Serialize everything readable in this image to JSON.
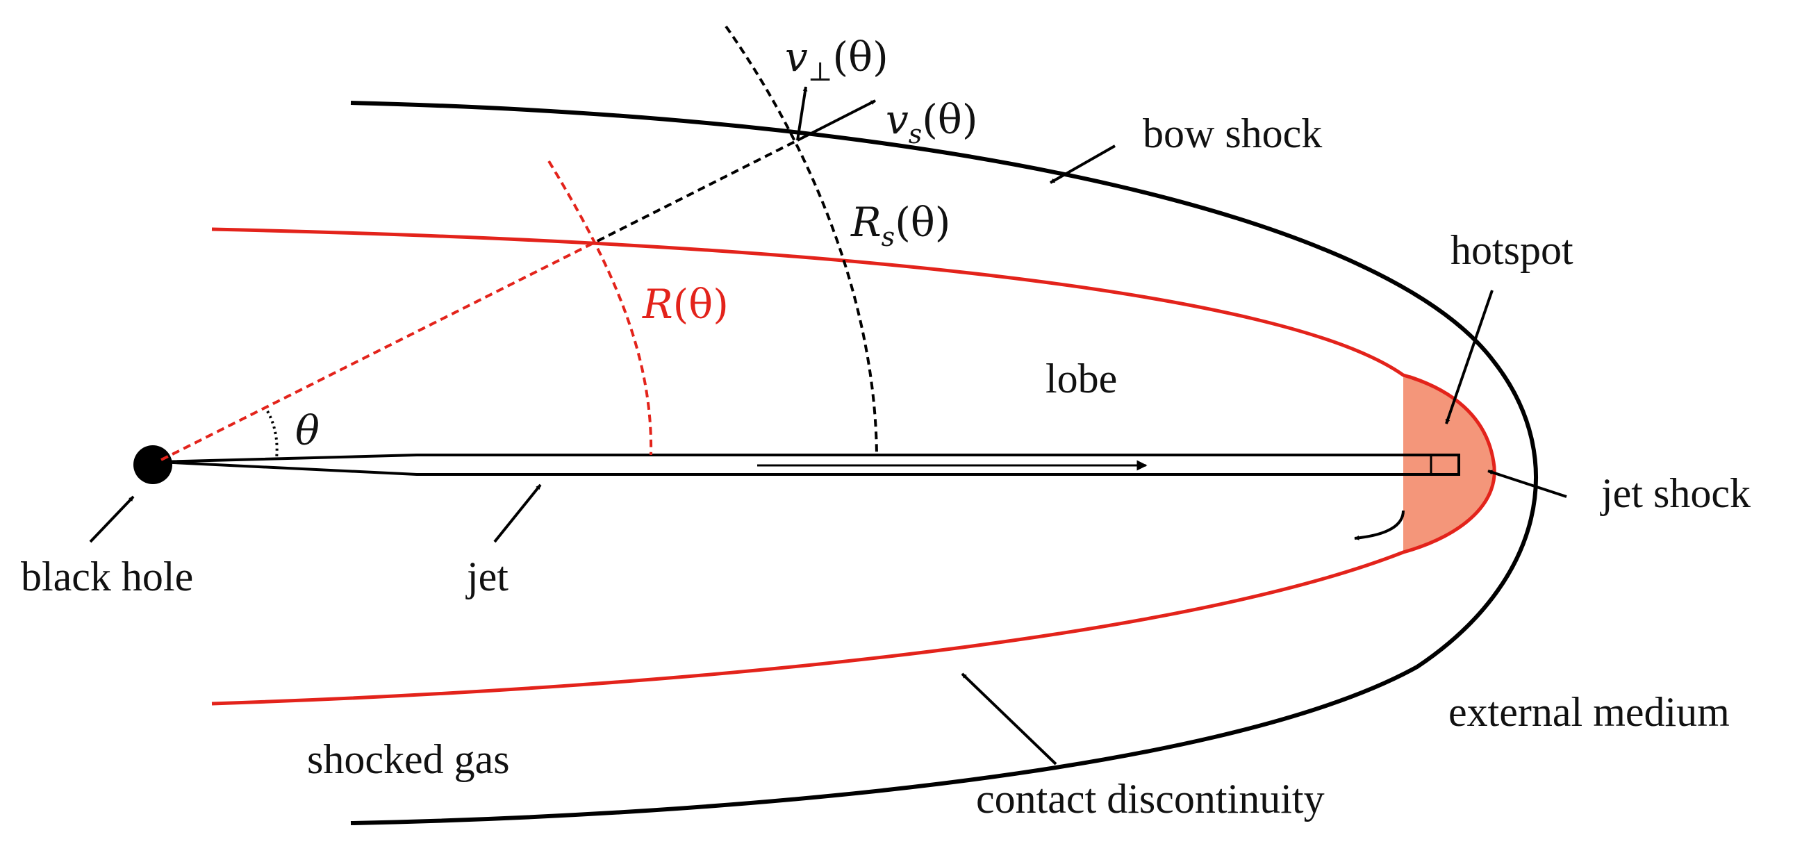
{
  "labels": {
    "bow_shock": "bow shock",
    "hotspot": "hotspot",
    "lobe": "lobe",
    "jet_shock": "jet shock",
    "black_hole": "black hole",
    "jet": "jet",
    "external_medium": "external medium",
    "shocked_gas": "shocked gas",
    "contact_discontinuity": "contact discontinuity"
  },
  "math": {
    "v_perp": {
      "main": "v",
      "sub": "⊥",
      "arg": "(θ)"
    },
    "v_s": {
      "main": "v",
      "sub": "s",
      "arg": "(θ)"
    },
    "R_s": {
      "main": "R",
      "sub": "s",
      "arg": "(θ)"
    },
    "R": {
      "main": "R",
      "arg": "(θ)"
    },
    "theta": "θ"
  },
  "colors": {
    "bow_shock": "#000000",
    "contact_discontinuity": "#e3231b",
    "hotspot_fill": "#f4967a",
    "label_red": "#e3231b"
  }
}
